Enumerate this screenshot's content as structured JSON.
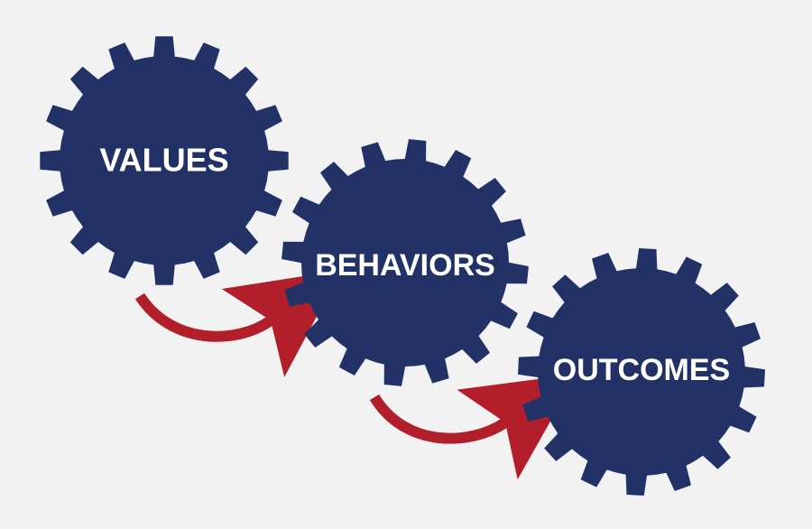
{
  "colors": {
    "background": "#f2f2f2",
    "gear": "#233266",
    "arrow": "#b21f2b",
    "label": "#ffffff"
  },
  "gears": [
    {
      "id": "values",
      "label": "VALUES"
    },
    {
      "id": "behaviors",
      "label": "BEHAVIORS"
    },
    {
      "id": "outcomes",
      "label": "OUTCOMES"
    }
  ],
  "arrows": [
    {
      "from": "values",
      "to": "behaviors"
    },
    {
      "from": "behaviors",
      "to": "outcomes"
    }
  ]
}
